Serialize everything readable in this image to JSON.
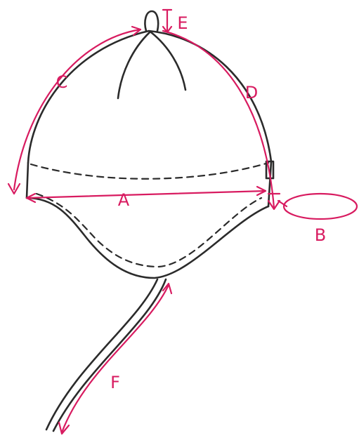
{
  "labels": {
    "a": "A",
    "b": "B",
    "c": "C",
    "d": "D",
    "e": "E",
    "f": "F"
  },
  "colors": {
    "ink": "#2b2b2b",
    "measure": "#d81b60",
    "background": "#ffffff"
  }
}
